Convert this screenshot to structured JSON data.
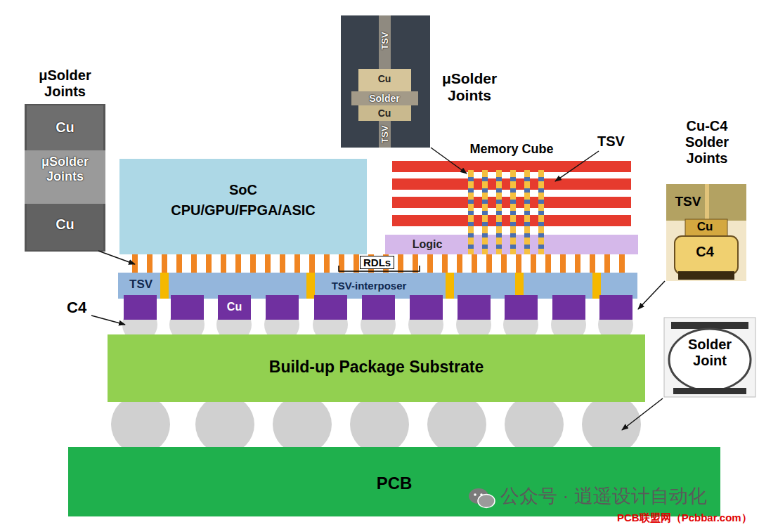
{
  "diagram": {
    "nodes": [
      {
        "text": [
          "μSolder Joints",
          "Cu",
          "μSolder Joints",
          "Cu"
        ]
      },
      {
        "text": [
          "TSV",
          "Cu",
          "Solder",
          "Cu",
          "TSV",
          "μSolder Joints"
        ]
      },
      {
        "text": [
          "Cu-C4 Solder Joints",
          "TSV",
          "Cu",
          "C4"
        ]
      },
      {
        "text": [
          "SoC",
          "CPU/GPU/FPGA/ASIC"
        ]
      },
      {
        "text": [
          "Memory Cube"
        ]
      },
      {
        "text": [
          "Logic"
        ]
      },
      {
        "text": [
          "TSV-interposer"
        ]
      },
      {
        "text": [
          "Solder Joint"
        ]
      },
      {
        "text": [
          "Build-up Package Substrate"
        ]
      },
      {
        "text": [
          "PCB"
        ]
      }
    ],
    "labels": [
      "TSV",
      "C4",
      "TSV",
      "Cu",
      "RDLs",
      "公众号 · 逍遥设计自动化",
      "PCB联盟网（Pcbbar.com）"
    ]
  }
}
